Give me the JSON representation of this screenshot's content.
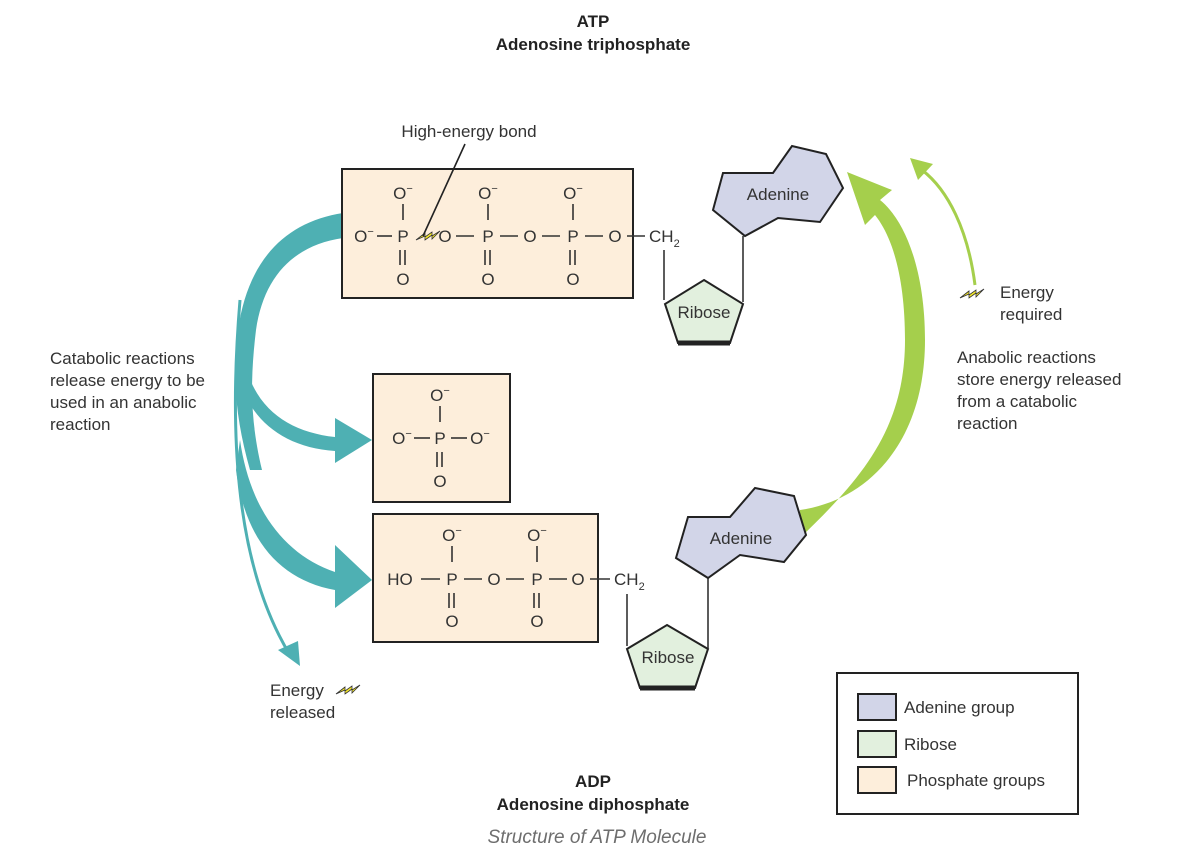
{
  "titles": {
    "atp_abbrev": "ATP",
    "atp_name": "Adenosine triphosphate",
    "adp_abbrev": "ADP",
    "adp_name": "Adenosine diphosphate",
    "caption": "Structure of ATP Molecule"
  },
  "labels": {
    "high_energy_bond": "High-energy bond",
    "catabolic": [
      "Catabolic reactions",
      "release energy to be",
      "used in an anabolic",
      "reaction"
    ],
    "anabolic": [
      "Anabolic reactions",
      "store energy released",
      "from a catabolic",
      "reaction"
    ],
    "energy_required": [
      "Energy",
      "required"
    ],
    "energy_released": [
      "Energy",
      "released"
    ]
  },
  "molecules": {
    "adenine": "Adenine",
    "ribose": "Ribose",
    "ch2": "CH",
    "ch2_sub": "2",
    "oxygen": "O",
    "phosphorus": "P",
    "hydroxyl": "HO",
    "minus": "−"
  },
  "legend": {
    "items": [
      {
        "label": "Adenine group",
        "color": "#d2d5e8"
      },
      {
        "label": "Ribose",
        "color": "#e2f0de"
      },
      {
        "label": "Phosphate groups",
        "color": "#fdeedb"
      }
    ]
  },
  "colors": {
    "catabolic_arrow": "#4eb0b3",
    "anabolic_arrow": "#a5cf4c",
    "energy_bolt": "#f2e52a"
  }
}
